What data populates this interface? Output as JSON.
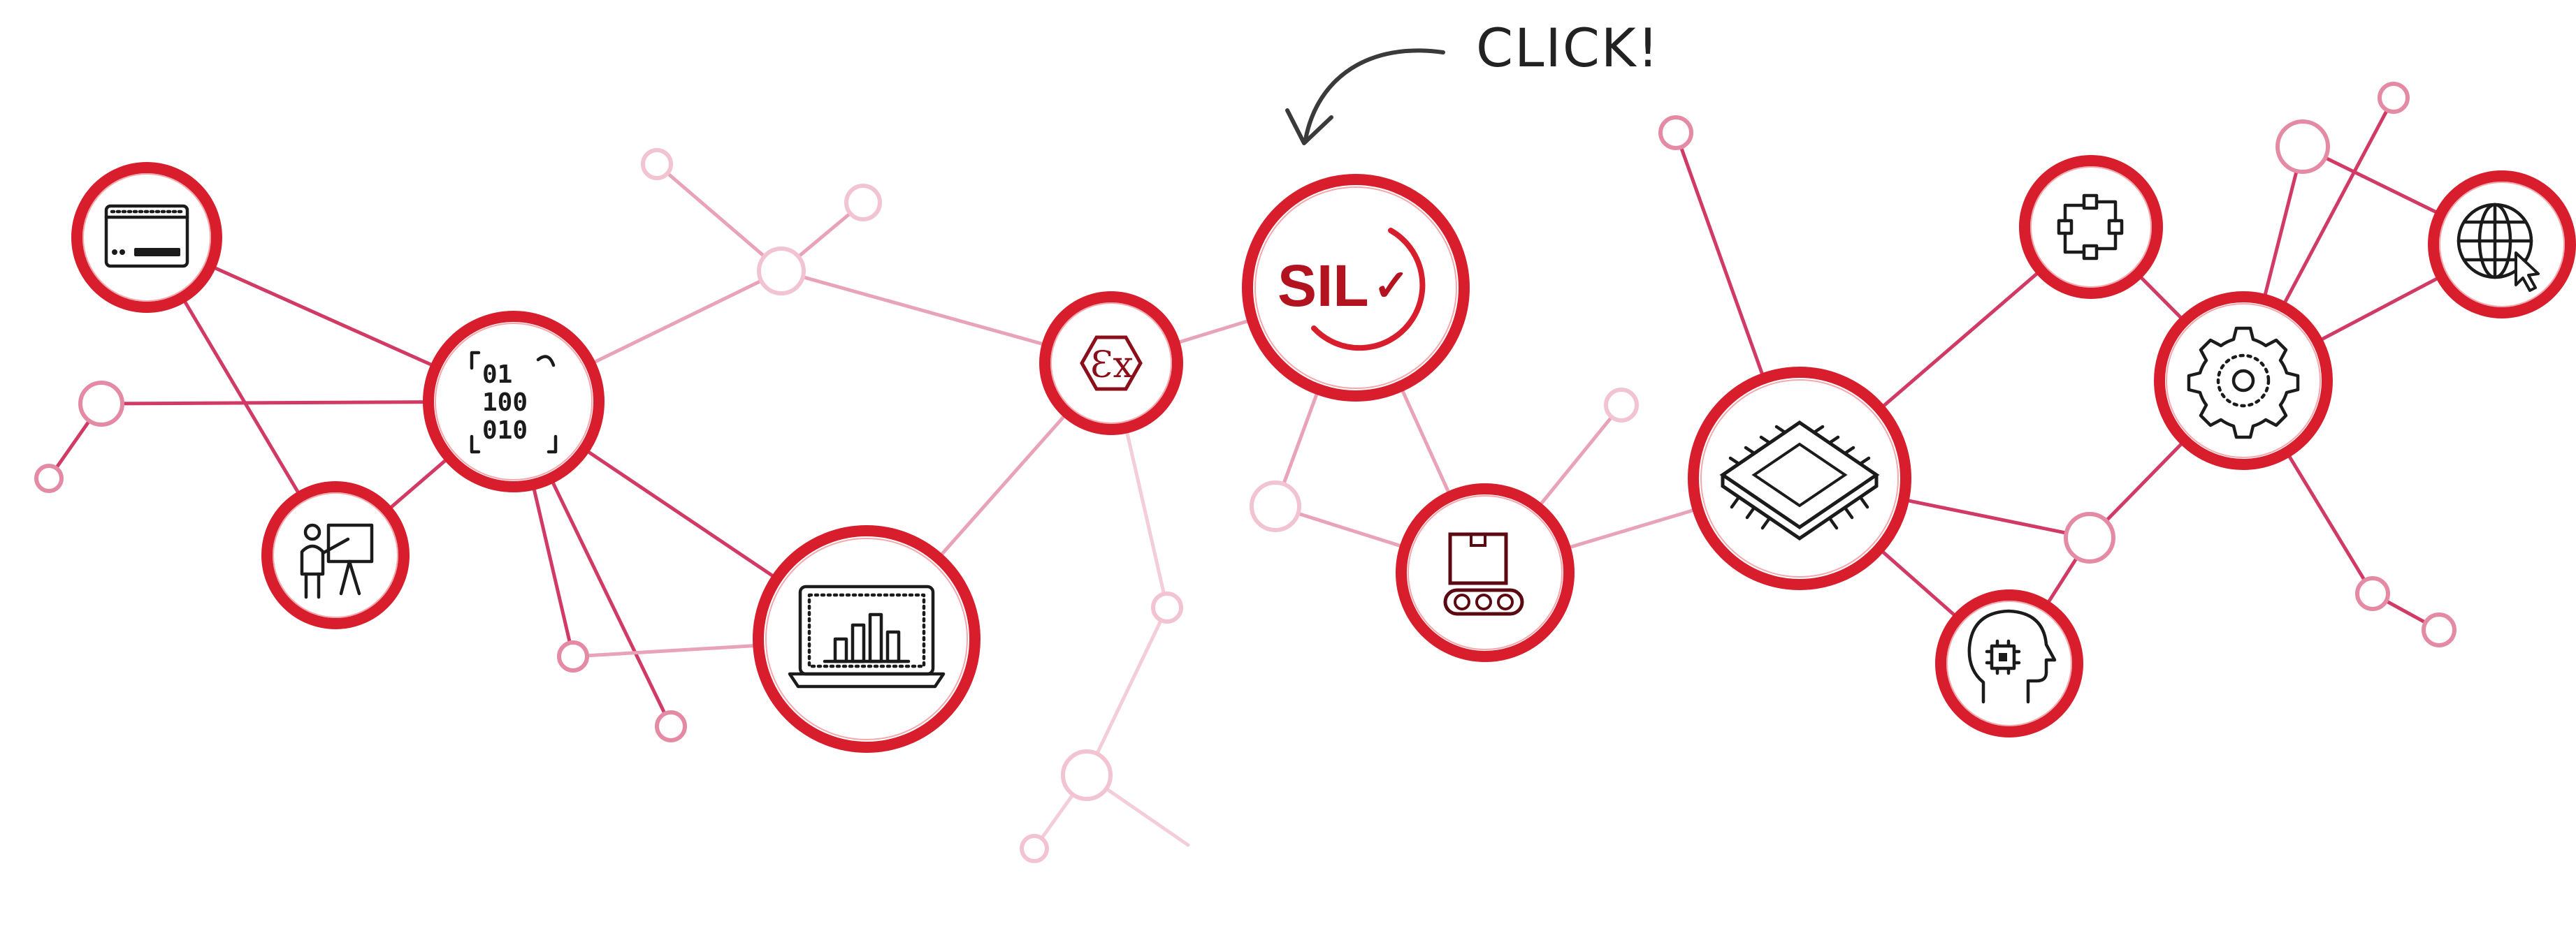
{
  "callout": {
    "text": "CLICK!"
  },
  "nodes": {
    "sil": {
      "label": "SIL",
      "check": "✓"
    },
    "binary": {
      "line1": "01",
      "line2": "100",
      "line3": "010"
    },
    "explosion": {
      "symbol": "Ɛx"
    }
  },
  "icons": [
    "monitor-panel-icon",
    "binary-code-icon",
    "presenter-icon",
    "analytics-laptop-icon",
    "explosion-protection-icon",
    "sil-check-icon",
    "conveyor-box-icon",
    "microchip-icon",
    "network-nodes-icon",
    "ai-head-icon",
    "gear-icon",
    "globe-cursor-icon"
  ],
  "colors": {
    "ring": "#d81e2c",
    "link": "#d23a66",
    "sil": "#b3121f",
    "icon": "#1b1b1b"
  }
}
